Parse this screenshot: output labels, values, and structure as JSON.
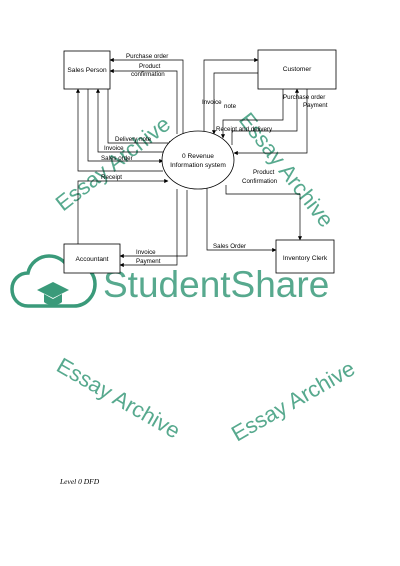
{
  "diagram": {
    "process": {
      "line1": "0 Revenue",
      "line2": "Information system"
    },
    "entities": {
      "sales_person": "Sales Person",
      "customer": "Customer",
      "accountant": "Accountant",
      "inventory_clerk": "Inventory Clerk"
    },
    "flows": {
      "purchase_order_top": "Purchase order",
      "product_confirmation_line1": "Product",
      "product_confirmation_line2": "confirmation",
      "delivery_note": "Delivery note",
      "invoice_left": "Invoice",
      "sales_order_left": "Sales order",
      "receipt_left": "Receipt",
      "invoice_right": "Invoice",
      "note_right": "note",
      "purchase_order_right": "Purchase order",
      "payment_right": "Payment",
      "receipt_and_delivery": "Receipt and delivery",
      "product_confirmation_right_line1": "Product",
      "product_confirmation_right_line2": "Confirmation",
      "invoice_bottom": "Invoice",
      "payment_bottom": "Payment",
      "sales_order_bottom": "Sales Order"
    },
    "caption": "Level 0 DFD"
  },
  "watermark": {
    "top_left": "Essay Archive",
    "top_right": "Essay Archive",
    "bottom_left": "Essay Archive",
    "bottom_right": "Essay Archive",
    "brand": "StudentShare",
    "color": "#3a9a7a"
  }
}
